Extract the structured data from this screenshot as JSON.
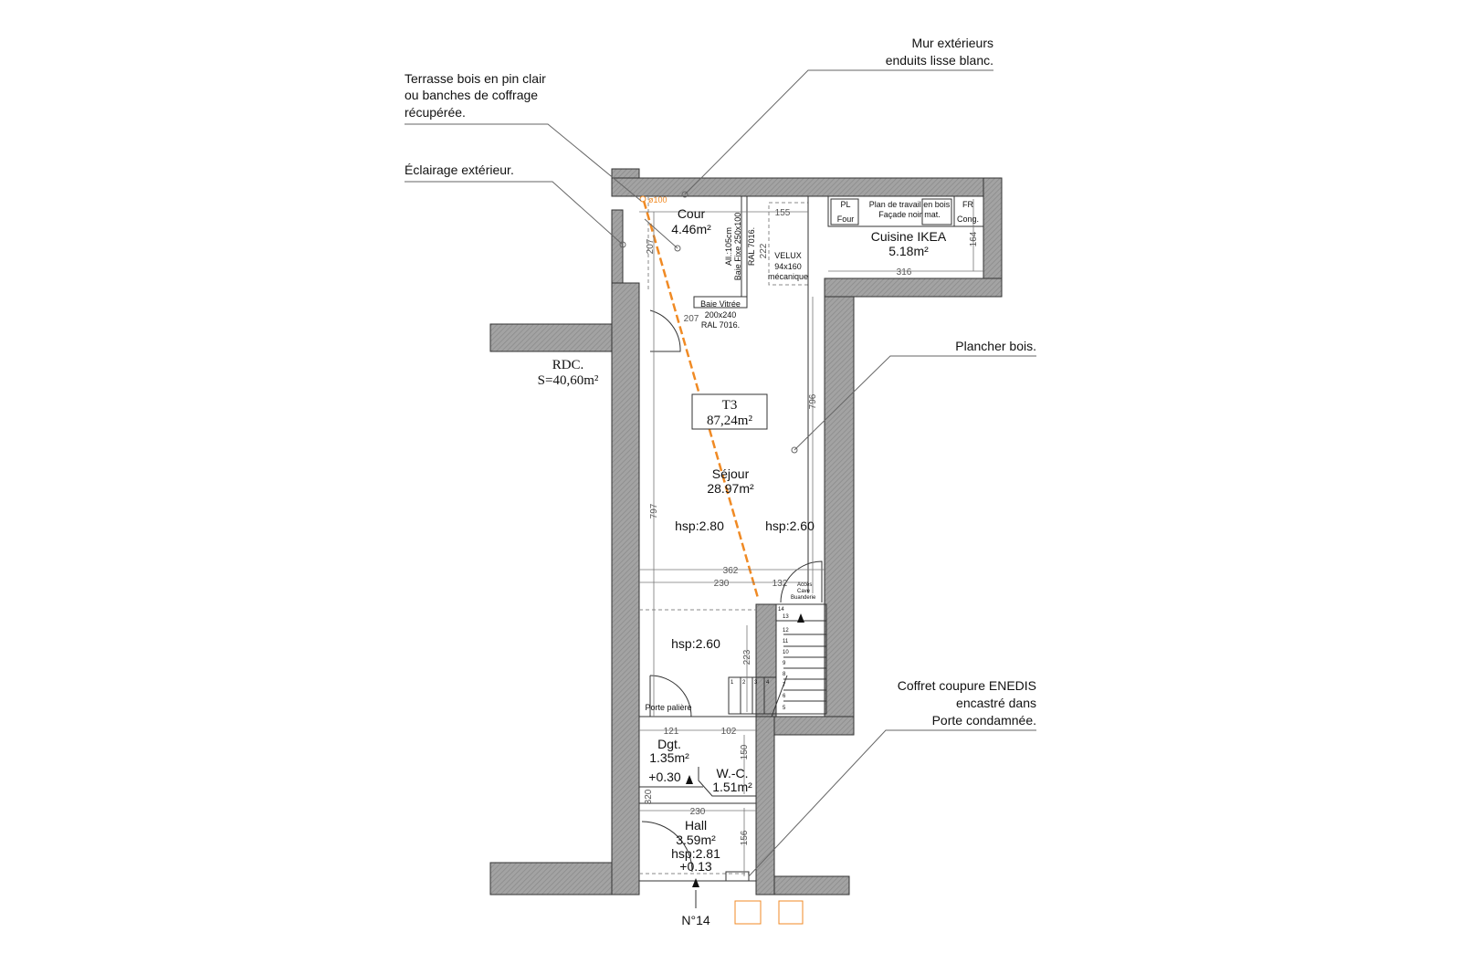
{
  "annotations": {
    "terrasse": [
      "Terrasse bois en pin clair",
      "ou banches de coffrage",
      "récupérée."
    ],
    "eclairage": "Éclairage extérieur.",
    "mur": [
      "Mur extérieurs",
      "enduits lisse blanc."
    ],
    "plancher": "Plancher bois.",
    "coffret": [
      "Coffret coupure ENEDIS",
      "encastré dans",
      "Porte condamnée."
    ]
  },
  "summary": {
    "level": "RDC.",
    "surface": "S=40,60m²"
  },
  "unit": {
    "name": "T3",
    "area": "87,24m²"
  },
  "rooms": {
    "cour": {
      "name": "Cour",
      "area": "4.46m²"
    },
    "cuisine": {
      "name": "Cuisine IKEA",
      "area": "5.18m²"
    },
    "sejour": {
      "name": "Séjour",
      "area": "28.97m²"
    },
    "dgt": {
      "name": "Dgt.",
      "area": "1.35m²",
      "level": "+0.30"
    },
    "wc": {
      "name": "W.-C.",
      "area": "1.51m²"
    },
    "hall": {
      "name": "Hall",
      "area": "3.59m²",
      "hsp": "hsp:2.81",
      "level": "+0.13"
    }
  },
  "heights": {
    "sejour_left": "hsp:2.80",
    "sejour_right": "hsp:2.60",
    "entry": "hsp:2.60"
  },
  "notes": {
    "pipe": "ø100",
    "baie_fixe": [
      "Baie Fixe 250x100",
      "All.:105cm"
    ],
    "ral_fixe": "RAL 7016.",
    "velux": [
      "VELUX",
      "94x160",
      "mécanique"
    ],
    "baie_vitree": [
      "Baie Vitrée",
      "200x240",
      "RAL 7016."
    ],
    "kitchen": [
      "Plan de travail en bois",
      "Façade noir mat."
    ],
    "pl": "PL",
    "four": "Four",
    "fr": "FR",
    "cong": "Cong.",
    "acces": [
      "Accès",
      "Cave",
      "Buanderie"
    ],
    "porte_paliere": "Porte palière",
    "street_number": "N°14"
  },
  "dimensions": {
    "d155": "155",
    "d207a": "207",
    "d207b": "207",
    "d222": "222",
    "d316": "316",
    "d164": "164",
    "d796": "796",
    "d797": "797",
    "d362": "362",
    "d230": "230",
    "d132": "132",
    "d223": "223",
    "d121": "121",
    "d102": "102",
    "d150": "150",
    "d320": "320",
    "d230b": "230",
    "d156": "156"
  },
  "stairs": [
    "1",
    "2",
    "3",
    "4",
    "5",
    "6",
    "7",
    "8",
    "9",
    "10",
    "11",
    "12",
    "13",
    "14"
  ],
  "colors": {
    "pipe": "#f08a24",
    "wall": "#9a9a9a"
  }
}
